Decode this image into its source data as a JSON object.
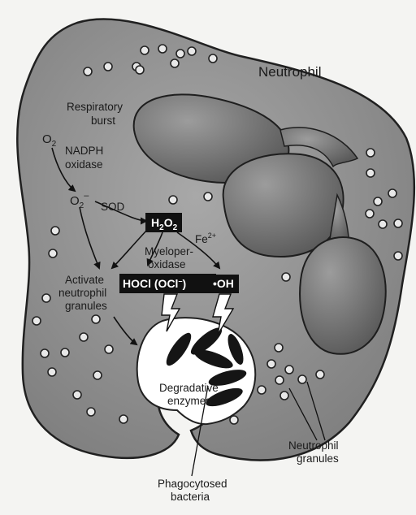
{
  "labels": {
    "neutrophil": "Neutrophil",
    "respiratory_burst_1": "Respiratory",
    "respiratory_burst_2": "burst",
    "o2": "O",
    "o2_sub": "2",
    "nadph_1": "NADPH",
    "nadph_2": "oxidase",
    "superoxide": "O",
    "superoxide_sub": "2",
    "superoxide_sup": "–",
    "sod": "SOD",
    "h2o2_h": "H",
    "h2o2_sub1": "2",
    "h2o2_o": "O",
    "h2o2_sub2": "2",
    "fe": "Fe",
    "fe_sup": "2+",
    "myelo_1": "Myeloper-",
    "myelo_2": "oxidase",
    "hocl": "HOCl (OCl",
    "hocl_sup": "–",
    "hocl_end": ")",
    "oh": "•OH",
    "activate_1": "Activate",
    "activate_2": "neutrophil",
    "activate_3": "granules",
    "degradative_1": "Degradative",
    "degradative_2": "enzymes",
    "granules_1": "Neutrophil",
    "granules_2": "granules",
    "bacteria_1": "Phagocytosed",
    "bacteria_2": "bacteria"
  },
  "colors": {
    "cell_fill": "#8f8f8f",
    "cell_stroke": "#202020",
    "nucleus_fill": "#6e6e6e",
    "vacuole_fill": "#ffffff",
    "box_fill": "#111111",
    "bacteria_fill": "#151515",
    "granule_fill": "#e8e8e8"
  }
}
